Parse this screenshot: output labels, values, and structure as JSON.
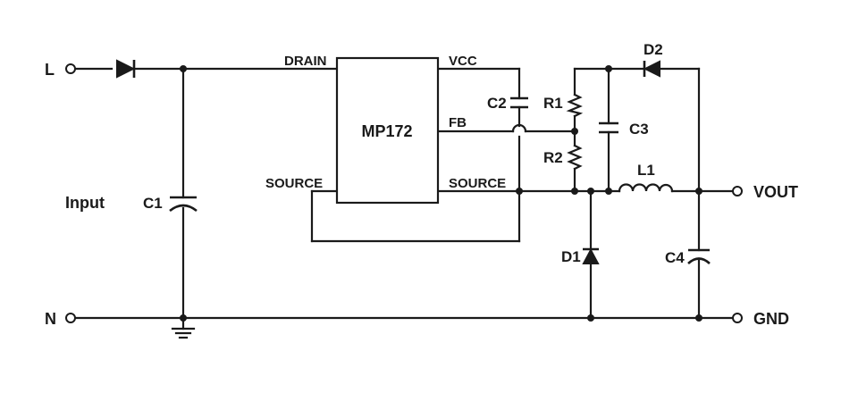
{
  "terminals": {
    "line": "L",
    "neutral": "N",
    "vout": "VOUT",
    "gnd": "GND",
    "input": "Input"
  },
  "ic": {
    "name": "MP172",
    "pins": {
      "drain": "DRAIN",
      "vcc": "VCC",
      "fb": "FB",
      "source_left": "SOURCE",
      "source_right": "SOURCE"
    }
  },
  "components": {
    "c1": "C1",
    "c2": "C2",
    "c3": "C3",
    "c4": "C4",
    "r1": "R1",
    "r2": "R2",
    "d1": "D1",
    "d2": "D2",
    "l1": "L1"
  }
}
